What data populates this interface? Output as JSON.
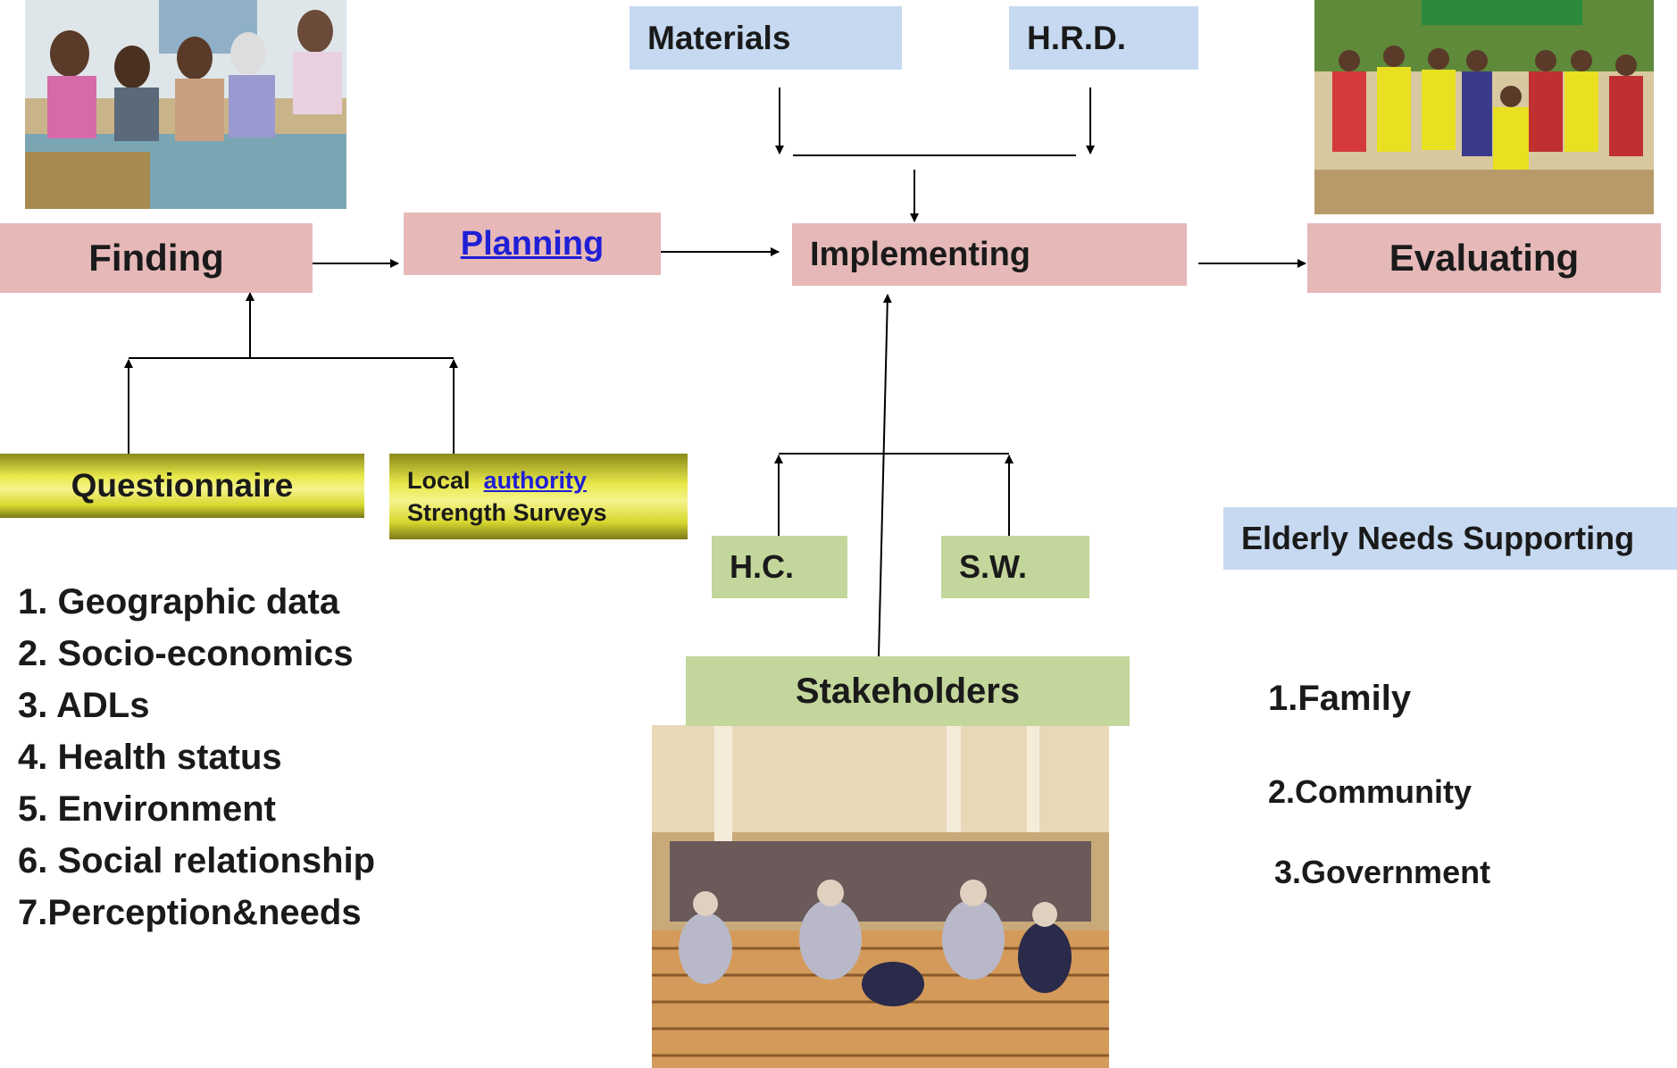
{
  "diagram": {
    "materials": "Materials",
    "hrd": "H.R.D.",
    "finding": "Finding",
    "planning": "Planning",
    "implementing": "Implementing",
    "evaluating": "Evaluating",
    "questionnaire": "Questionnaire",
    "local_prefix": "Local",
    "local_link": "authority",
    "local_line2": "Strength Surveys",
    "hc": "H.C.",
    "sw": "S.W.",
    "stakeholders": "Stakeholders",
    "elderly": "Elderly Needs Supporting"
  },
  "data_items": [
    "1. Geographic data",
    "2. Socio-economics",
    "3. ADLs",
    "4. Health status",
    "5. Environment",
    "6. Social relationship",
    "7.Perception&needs"
  ],
  "support_items": [
    "1.Family",
    "2.Community",
    "3.Government"
  ],
  "colors": {
    "process_box": "#e6b8b8",
    "resource_box": "#c6d9f1",
    "stakeholder_box": "#c3d69b",
    "survey_box": "#e8e84a",
    "link": "#1f1fd6"
  }
}
